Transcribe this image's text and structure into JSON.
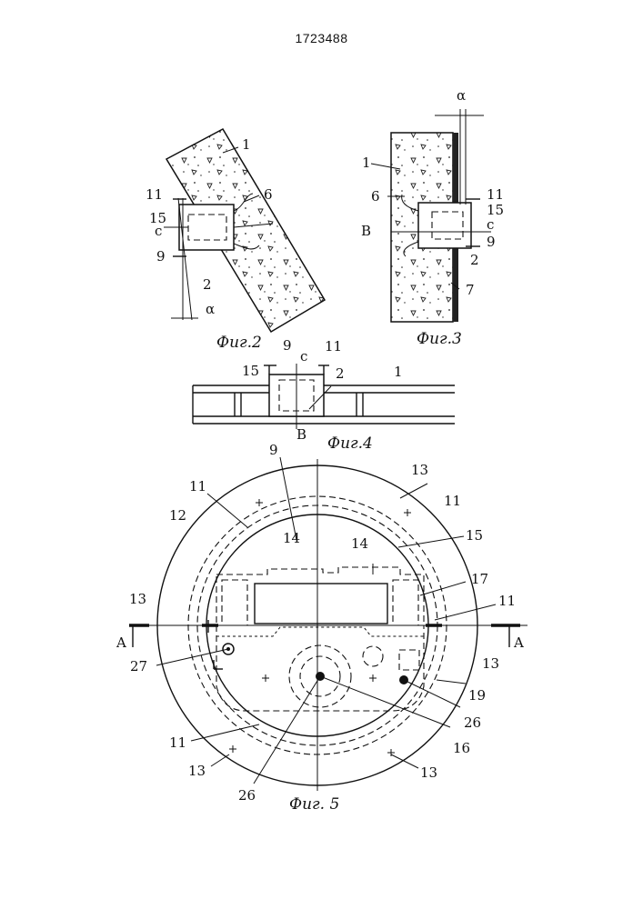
{
  "patent_number": "1723488",
  "fig2": {
    "caption": "Фиг.2",
    "labels": {
      "l1": "1",
      "l6": "6",
      "l11": "11",
      "l15": "15",
      "lc": "c",
      "l9": "9",
      "l2": "2",
      "alpha": "α"
    }
  },
  "fig3": {
    "caption": "Фиг.3",
    "labels": {
      "alpha": "α",
      "l1": "1",
      "l6": "6",
      "lB": "B",
      "l11": "11",
      "l15": "15",
      "lc": "c",
      "l9": "9",
      "l2": "2",
      "l7": "7"
    }
  },
  "fig4": {
    "caption": "Фиг.4",
    "labels": {
      "l9": "9",
      "lc": "c",
      "l11": "11",
      "l15": "15",
      "l2": "2",
      "l1": "1",
      "lB": "B"
    }
  },
  "fig5": {
    "caption": "Фиг. 5",
    "labels": {
      "l9": "9",
      "l11a": "11",
      "l13a": "13",
      "l12": "12",
      "l11b": "11",
      "l14a": "14",
      "l14b": "14",
      "l15": "15",
      "l17": "17",
      "l11c": "11",
      "l13b": "13",
      "lA1": "A",
      "lA2": "A",
      "l13c": "13",
      "l27": "27",
      "l19": "19",
      "l26a": "26",
      "l16": "16",
      "l11d": "11",
      "l13d": "13",
      "l26b": "26",
      "l13e": "13"
    }
  }
}
